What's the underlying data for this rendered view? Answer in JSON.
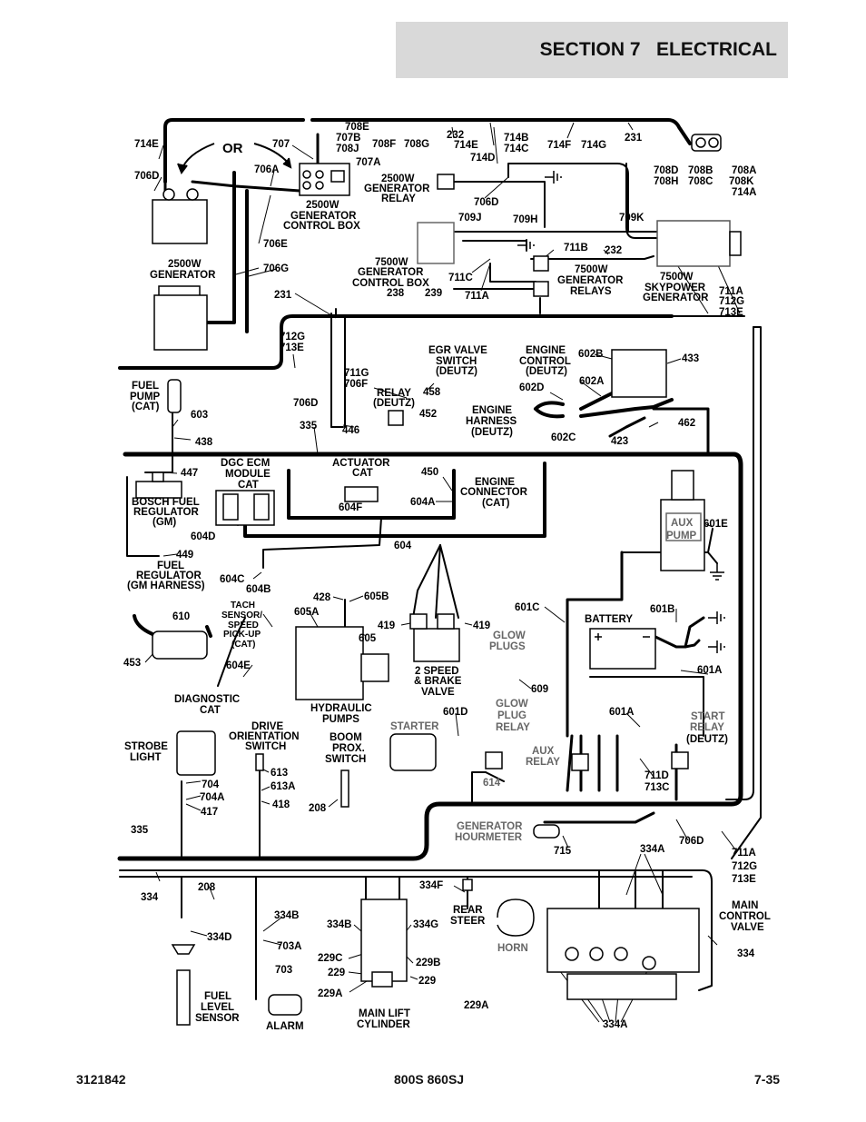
{
  "header": {
    "section_title": "SECTION 7   ELECTRICAL"
  },
  "footer": {
    "doc_number": "3121842",
    "models": "800S 860SJ",
    "page": "7-35"
  },
  "labels": [
    {
      "id": "l1",
      "t": "714E"
    },
    {
      "id": "l2",
      "t": "706D"
    },
    {
      "id": "l3",
      "t": "OR"
    },
    {
      "id": "l4",
      "t": "707"
    },
    {
      "id": "l5",
      "t": "708E"
    },
    {
      "id": "l6",
      "t": "707B"
    },
    {
      "id": "l7",
      "t": "708J"
    },
    {
      "id": "l8",
      "t": "708F"
    },
    {
      "id": "l9",
      "t": "708G"
    },
    {
      "id": "l10",
      "t": "232"
    },
    {
      "id": "l11",
      "t": "714E"
    },
    {
      "id": "l12",
      "t": "714D"
    },
    {
      "id": "l13",
      "t": "714B"
    },
    {
      "id": "l14",
      "t": "714C"
    },
    {
      "id": "l15",
      "t": "714F"
    },
    {
      "id": "l16",
      "t": "714G"
    },
    {
      "id": "l17",
      "t": "231"
    },
    {
      "id": "l18",
      "t": "706A"
    },
    {
      "id": "l19",
      "t": "707A"
    },
    {
      "id": "l20",
      "t": "2500W"
    },
    {
      "id": "l21",
      "t": "GENERATOR"
    },
    {
      "id": "l22",
      "t": "RELAY"
    },
    {
      "id": "l23",
      "t": "706D"
    },
    {
      "id": "l24",
      "t": "708D"
    },
    {
      "id": "l25",
      "t": "708H"
    },
    {
      "id": "l26",
      "t": "708B"
    },
    {
      "id": "l27",
      "t": "708C"
    },
    {
      "id": "l28",
      "t": "708A"
    },
    {
      "id": "l29",
      "t": "708K"
    },
    {
      "id": "l30",
      "t": "714A"
    },
    {
      "id": "l31",
      "t": "2500W"
    },
    {
      "id": "l32",
      "t": "GENERATOR"
    },
    {
      "id": "l33",
      "t": "CONTROL BOX"
    },
    {
      "id": "l34",
      "t": "709J"
    },
    {
      "id": "l35",
      "t": "709H"
    },
    {
      "id": "l36",
      "t": "709K"
    },
    {
      "id": "l37",
      "t": "706E"
    },
    {
      "id": "l38",
      "t": "2500W"
    },
    {
      "id": "l39",
      "t": "GENERATOR"
    },
    {
      "id": "l40",
      "t": "706G"
    },
    {
      "id": "l41",
      "t": "711B"
    },
    {
      "id": "l42",
      "t": "232"
    },
    {
      "id": "l43",
      "t": "7500W"
    },
    {
      "id": "l44",
      "t": "GENERATOR"
    },
    {
      "id": "l45",
      "t": "CONTROL BOX"
    },
    {
      "id": "l46",
      "t": "711C"
    },
    {
      "id": "l47",
      "t": "7500W"
    },
    {
      "id": "l48",
      "t": "GENERATOR"
    },
    {
      "id": "l49",
      "t": "RELAYS"
    },
    {
      "id": "l50",
      "t": "7500W"
    },
    {
      "id": "l51",
      "t": "SKYPOWER"
    },
    {
      "id": "l52",
      "t": "GENERATOR"
    },
    {
      "id": "l53",
      "t": "231"
    },
    {
      "id": "l54",
      "t": "238"
    },
    {
      "id": "l55",
      "t": "239"
    },
    {
      "id": "l56",
      "t": "711A"
    },
    {
      "id": "l57",
      "t": "711A"
    },
    {
      "id": "l58",
      "t": "712G"
    },
    {
      "id": "l59",
      "t": "713E"
    },
    {
      "id": "l60",
      "t": "712G"
    },
    {
      "id": "l61",
      "t": "713E"
    },
    {
      "id": "l62",
      "t": "EGR VALVE"
    },
    {
      "id": "l63",
      "t": "SWITCH"
    },
    {
      "id": "l64",
      "t": "(DEUTZ)"
    },
    {
      "id": "l65",
      "t": "ENGINE"
    },
    {
      "id": "l66",
      "t": "CONTROL"
    },
    {
      "id": "l67",
      "t": "(DEUTZ)"
    },
    {
      "id": "l68",
      "t": "602B"
    },
    {
      "id": "l69",
      "t": "433"
    },
    {
      "id": "l70",
      "t": "FUEL"
    },
    {
      "id": "l71",
      "t": "PUMP"
    },
    {
      "id": "l72",
      "t": "(CAT)"
    },
    {
      "id": "l73",
      "t": "711G"
    },
    {
      "id": "l74",
      "t": "706F"
    },
    {
      "id": "l75",
      "t": "458"
    },
    {
      "id": "l76",
      "t": "RELAY"
    },
    {
      "id": "l77",
      "t": "(DEUTZ)"
    },
    {
      "id": "l78",
      "t": "602D"
    },
    {
      "id": "l79",
      "t": "602A"
    },
    {
      "id": "l80",
      "t": "706D"
    },
    {
      "id": "l81",
      "t": "452"
    },
    {
      "id": "l82",
      "t": "ENGINE"
    },
    {
      "id": "l83",
      "t": "HARNESS"
    },
    {
      "id": "l84",
      "t": "(DEUTZ)"
    },
    {
      "id": "l85",
      "t": "462"
    },
    {
      "id": "l86",
      "t": "603"
    },
    {
      "id": "l87",
      "t": "335"
    },
    {
      "id": "l88",
      "t": "446"
    },
    {
      "id": "l89",
      "t": "602C"
    },
    {
      "id": "l90",
      "t": "423"
    },
    {
      "id": "l91",
      "t": "438"
    },
    {
      "id": "l92",
      "t": "DGC ECM"
    },
    {
      "id": "l93",
      "t": "MODULE"
    },
    {
      "id": "l94",
      "t": "CAT"
    },
    {
      "id": "l95",
      "t": "ACTUATOR"
    },
    {
      "id": "l96",
      "t": "CAT"
    },
    {
      "id": "l97",
      "t": "450"
    },
    {
      "id": "l98",
      "t": "ENGINE"
    },
    {
      "id": "l99",
      "t": "CONNECTOR"
    },
    {
      "id": "l100",
      "t": "(CAT)"
    },
    {
      "id": "l101",
      "t": "447"
    },
    {
      "id": "l102",
      "t": "BOSCH FUEL"
    },
    {
      "id": "l103",
      "t": "REGULATOR"
    },
    {
      "id": "l104",
      "t": "(GM)"
    },
    {
      "id": "l105",
      "t": "604A"
    },
    {
      "id": "l106",
      "t": "604F"
    },
    {
      "id": "l107",
      "t": "604D"
    },
    {
      "id": "l108",
      "t": "601E"
    },
    {
      "id": "l109",
      "t": "AUX"
    },
    {
      "id": "l110",
      "t": "PUMP"
    },
    {
      "id": "l111",
      "t": "604"
    },
    {
      "id": "l112",
      "t": "449"
    },
    {
      "id": "l113",
      "t": "FUEL"
    },
    {
      "id": "l114",
      "t": "REGULATOR"
    },
    {
      "id": "l115",
      "t": "(GM HARNESS)"
    },
    {
      "id": "l116",
      "t": "604C"
    },
    {
      "id": "l117",
      "t": "604B"
    },
    {
      "id": "l118",
      "t": "428"
    },
    {
      "id": "l119",
      "t": "605B"
    },
    {
      "id": "l120",
      "t": "601C"
    },
    {
      "id": "l121",
      "t": "601B"
    },
    {
      "id": "l122",
      "t": "TACH"
    },
    {
      "id": "l123",
      "t": "SENSOR/"
    },
    {
      "id": "l124",
      "t": "SPEED"
    },
    {
      "id": "l125",
      "t": "PICK-UP"
    },
    {
      "id": "l126",
      "t": "(CAT)"
    },
    {
      "id": "l127",
      "t": "605A"
    },
    {
      "id": "l128",
      "t": "610"
    },
    {
      "id": "l129",
      "t": "419"
    },
    {
      "id": "l130",
      "t": "419"
    },
    {
      "id": "l131",
      "t": "BATTERY"
    },
    {
      "id": "l132",
      "t": "605"
    },
    {
      "id": "l133",
      "t": "GLOW"
    },
    {
      "id": "l134",
      "t": "PLUGS"
    },
    {
      "id": "l135",
      "t": "453"
    },
    {
      "id": "l136",
      "t": "604E"
    },
    {
      "id": "l137",
      "t": "2 SPEED"
    },
    {
      "id": "l138",
      "t": "& BRAKE"
    },
    {
      "id": "l139",
      "t": "VALVE"
    },
    {
      "id": "l140",
      "t": "601A"
    },
    {
      "id": "l141",
      "t": "609"
    },
    {
      "id": "l142",
      "t": "DIAGNOSTIC"
    },
    {
      "id": "l143",
      "t": "CAT"
    },
    {
      "id": "l144",
      "t": "GLOW"
    },
    {
      "id": "l145",
      "t": "PLUG"
    },
    {
      "id": "l146",
      "t": "RELAY"
    },
    {
      "id": "l147",
      "t": "HYDRAULIC"
    },
    {
      "id": "l148",
      "t": "PUMPS"
    },
    {
      "id": "l149",
      "t": "601D"
    },
    {
      "id": "l150",
      "t": "601A"
    },
    {
      "id": "l151",
      "t": "START"
    },
    {
      "id": "l152",
      "t": "RELAY"
    },
    {
      "id": "l153",
      "t": "(DEUTZ)"
    },
    {
      "id": "l154",
      "t": "DRIVE"
    },
    {
      "id": "l155",
      "t": "ORIENTATION"
    },
    {
      "id": "l156",
      "t": "SWITCH"
    },
    {
      "id": "l157",
      "t": "BOOM"
    },
    {
      "id": "l158",
      "t": "PROX."
    },
    {
      "id": "l159",
      "t": "SWITCH"
    },
    {
      "id": "l160",
      "t": "STARTER"
    },
    {
      "id": "l161",
      "t": "STROBE"
    },
    {
      "id": "l162",
      "t": "LIGHT"
    },
    {
      "id": "l163",
      "t": "AUX"
    },
    {
      "id": "l164",
      "t": "RELAY"
    },
    {
      "id": "l165",
      "t": "613"
    },
    {
      "id": "l166",
      "t": "613A"
    },
    {
      "id": "l167",
      "t": "614"
    },
    {
      "id": "l168",
      "t": "711D"
    },
    {
      "id": "l169",
      "t": "713C"
    },
    {
      "id": "l170",
      "t": "704"
    },
    {
      "id": "l171",
      "t": "704A"
    },
    {
      "id": "l172",
      "t": "417"
    },
    {
      "id": "l173",
      "t": "418"
    },
    {
      "id": "l174",
      "t": "208"
    },
    {
      "id": "l175",
      "t": "GENERATOR"
    },
    {
      "id": "l176",
      "t": "HOURMETER"
    },
    {
      "id": "l177",
      "t": "335"
    },
    {
      "id": "l178",
      "t": "715"
    },
    {
      "id": "l179",
      "t": "706D"
    },
    {
      "id": "l180",
      "t": "334A"
    },
    {
      "id": "l181",
      "t": "711A"
    },
    {
      "id": "l182",
      "t": "712G"
    },
    {
      "id": "l183",
      "t": "713E"
    },
    {
      "id": "l184",
      "t": "208"
    },
    {
      "id": "l185",
      "t": "334F"
    },
    {
      "id": "l186",
      "t": "334"
    },
    {
      "id": "l187",
      "t": "REAR"
    },
    {
      "id": "l188",
      "t": "STEER"
    },
    {
      "id": "l189",
      "t": "MAIN"
    },
    {
      "id": "l190",
      "t": "CONTROL"
    },
    {
      "id": "l191",
      "t": "VALVE"
    },
    {
      "id": "l192",
      "t": "334B"
    },
    {
      "id": "l193",
      "t": "334D"
    },
    {
      "id": "l194",
      "t": "334B"
    },
    {
      "id": "l195",
      "t": "334G"
    },
    {
      "id": "l196",
      "t": "703A"
    },
    {
      "id": "l197",
      "t": "HORN"
    },
    {
      "id": "l198",
      "t": "334"
    },
    {
      "id": "l199",
      "t": "229C"
    },
    {
      "id": "l200",
      "t": "229B"
    },
    {
      "id": "l201",
      "t": "229"
    },
    {
      "id": "l202",
      "t": "703"
    },
    {
      "id": "l203",
      "t": "229"
    },
    {
      "id": "l204",
      "t": "229A"
    },
    {
      "id": "l205",
      "t": "FUEL"
    },
    {
      "id": "l206",
      "t": "LEVEL"
    },
    {
      "id": "l207",
      "t": "SENSOR"
    },
    {
      "id": "l208",
      "t": "229A"
    },
    {
      "id": "l209",
      "t": "ALARM"
    },
    {
      "id": "l210",
      "t": "MAIN LIFT"
    },
    {
      "id": "l211",
      "t": "CYLINDER"
    },
    {
      "id": "l212",
      "t": "334A"
    }
  ]
}
